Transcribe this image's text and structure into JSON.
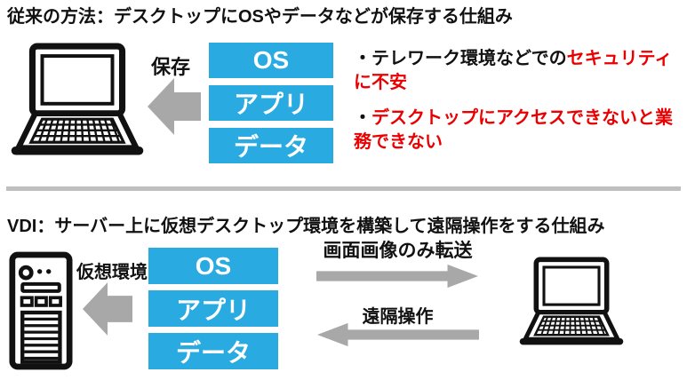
{
  "colors": {
    "accent_blue": "#29ABE2",
    "arrow_gray": "#A8A8A8",
    "divider_gray": "#BFBFBF",
    "alert_red": "#EA0000",
    "text_black": "#111111"
  },
  "top_section": {
    "title": "従来の方法：デスクトップにOSやデータなどが保存する仕組み",
    "save_arrow_label": "保存",
    "stack": [
      "OS",
      "アプリ",
      "データ"
    ],
    "issue1": {
      "line1_black": "・テレワーク環境などでの",
      "line1_red": "セキュリティ",
      "line2_red": "に不安"
    },
    "issue2": {
      "line1_black": "・",
      "line1_red": "デスクトップにアクセスできないと業",
      "line2_red": "務できない"
    }
  },
  "bottom_section": {
    "title": "VDI：サーバー上に仮想デスクトップ環境を構築して遠隔操作をする仕組み",
    "virtual_env_arrow_label": "仮想環境",
    "stack": [
      "OS",
      "アプリ",
      "データ"
    ],
    "screen_transfer_arrow_label": "画面画像のみ転送",
    "remote_control_arrow_label": "遠隔操作"
  }
}
